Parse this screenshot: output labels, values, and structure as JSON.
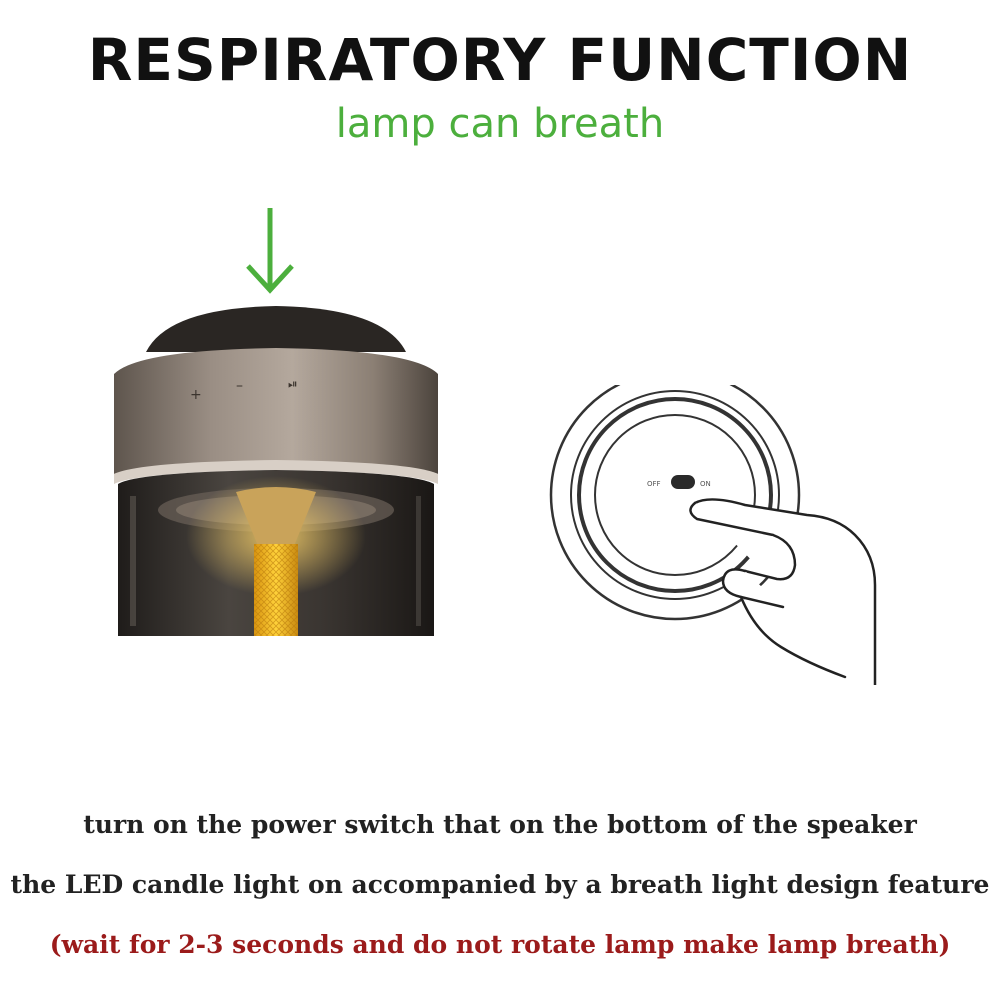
{
  "title": "RESPIRATORY FUNCTION",
  "subtitle": "lamp can breath",
  "captions": {
    "line1": "turn on the power switch that on the bottom of the speaker",
    "line2": "the LED candle light on accompanied by a breath light design feature",
    "line3": "(wait for 2-3 seconds and do not rotate lamp make lamp breath)"
  },
  "lamp_buttons": {
    "plus": "+",
    "minus": "–",
    "play": "⏯"
  },
  "switch_labels": {
    "left": "OFF",
    "right": "ON"
  },
  "colors": {
    "title": "#111111",
    "subtitle": "#4caf3d",
    "arrow": "#4caf3d",
    "caption_text": "#222222",
    "caption_note": "#9b1b1b",
    "lamp_metal": "#8a7d72",
    "lamp_glass": "#3a3530",
    "flame": "#f2b620"
  },
  "icons": [
    "down-arrow-icon",
    "hand-icon"
  ]
}
